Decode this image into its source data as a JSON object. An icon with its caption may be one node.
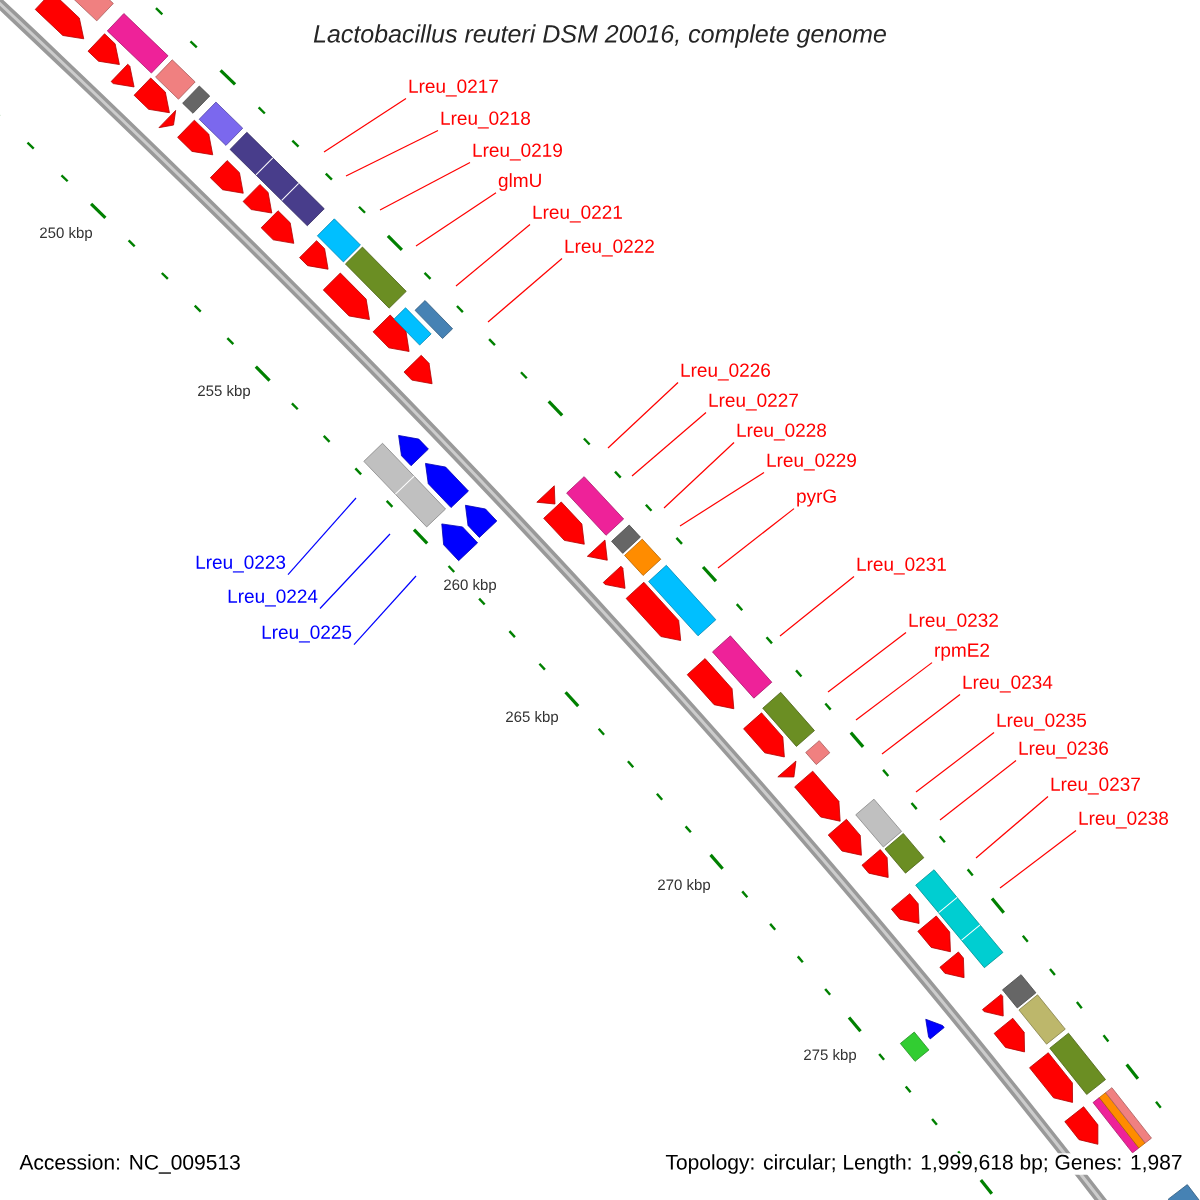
{
  "diagram": {
    "title": "Lactobacillus reuteri DSM 20016, complete genome",
    "nodes": [
      {
        "text": [
          "Lreu_0217"
        ]
      },
      {
        "text": [
          "Lreu_0218"
        ]
      },
      {
        "text": [
          "Lreu_0219"
        ]
      },
      {
        "text": [
          "glmU"
        ]
      },
      {
        "text": [
          "Lreu_0221"
        ]
      },
      {
        "text": [
          "Lreu_0222"
        ]
      },
      {
        "text": [
          "Lreu_0223"
        ]
      },
      {
        "text": [
          "Lreu_0224"
        ]
      },
      {
        "text": [
          "Lreu_0225"
        ]
      },
      {
        "text": [
          "Lreu_0226"
        ]
      },
      {
        "text": [
          "Lreu_0227"
        ]
      },
      {
        "text": [
          "Lreu_0228"
        ]
      },
      {
        "text": [
          "Lreu_0229"
        ]
      },
      {
        "text": [
          "pyrG"
        ]
      },
      {
        "text": [
          "Lreu_0231"
        ]
      },
      {
        "text": [
          "Lreu_0232"
        ]
      },
      {
        "text": [
          "rpmE2"
        ]
      },
      {
        "text": [
          "Lreu_0234"
        ]
      },
      {
        "text": [
          "Lreu_0235"
        ]
      },
      {
        "text": [
          "Lreu_0236"
        ]
      },
      {
        "text": [
          "Lreu_0237"
        ]
      },
      {
        "text": [
          "Lreu_0238"
        ]
      }
    ],
    "edges": [
      {
        "from": 0,
        "to": null,
        "arrow": "none"
      },
      {
        "from": 1,
        "to": null,
        "arrow": "none"
      },
      {
        "from": 2,
        "to": null,
        "arrow": "none"
      },
      {
        "from": 3,
        "to": null,
        "arrow": "none"
      },
      {
        "from": 4,
        "to": null,
        "arrow": "none"
      },
      {
        "from": 5,
        "to": null,
        "arrow": "none"
      },
      {
        "from": 6,
        "to": null,
        "arrow": "none",
        "color": "#0000ff"
      },
      {
        "from": 7,
        "to": null,
        "arrow": "none",
        "color": "#0000ff"
      },
      {
        "from": 8,
        "to": null,
        "arrow": "none",
        "color": "#0000ff"
      },
      {
        "from": 9,
        "to": null,
        "arrow": "none"
      },
      {
        "from": 10,
        "to": null,
        "arrow": "none"
      },
      {
        "from": 11,
        "to": null,
        "arrow": "none"
      },
      {
        "from": 12,
        "to": null,
        "arrow": "none"
      },
      {
        "from": 13,
        "to": null,
        "arrow": "none"
      },
      {
        "from": 14,
        "to": null,
        "arrow": "none"
      },
      {
        "from": 15,
        "to": null,
        "arrow": "none"
      },
      {
        "from": 16,
        "to": null,
        "arrow": "none"
      },
      {
        "from": 17,
        "to": null,
        "arrow": "none"
      },
      {
        "from": 18,
        "to": null,
        "arrow": "none"
      },
      {
        "from": 19,
        "to": null,
        "arrow": "none"
      },
      {
        "from": 20,
        "to": null,
        "arrow": "none"
      },
      {
        "from": 21,
        "to": null,
        "arrow": "none"
      }
    ],
    "labels": [
      "250 kbp",
      "255 kbp",
      "260 kbp",
      "265 kbp",
      "270 kbp",
      "275 kbp",
      "Accession: NC_009513",
      "Topology: circular; Length: 1,999,618 bp; Genes: 1,987"
    ]
  }
}
